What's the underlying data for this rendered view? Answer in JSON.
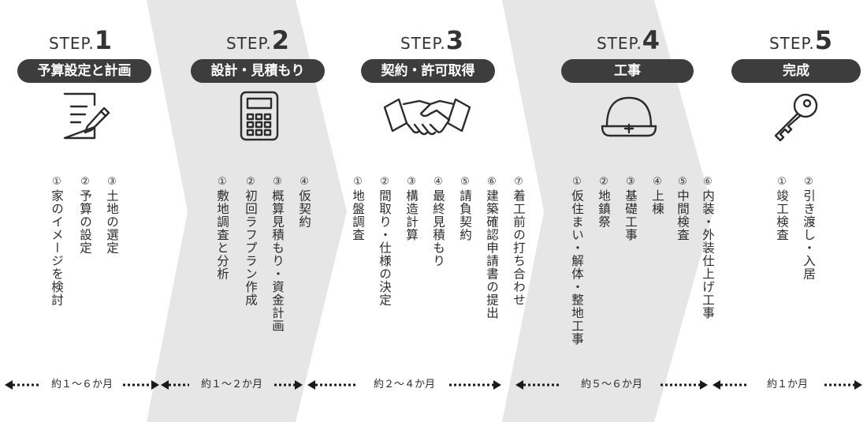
{
  "steps": [
    {
      "step_word": "STEP.",
      "step_number": "1",
      "title": "予算設定と計画",
      "icon": "document-pen-icon",
      "items": [
        {
          "num": "①",
          "text": "家のイメージを検討"
        },
        {
          "num": "②",
          "text": "予算の設定"
        },
        {
          "num": "③",
          "text": "土地の選定"
        }
      ],
      "duration": "約１～６か月"
    },
    {
      "step_word": "STEP.",
      "step_number": "2",
      "title": "設計・見積もり",
      "icon": "calculator-icon",
      "items": [
        {
          "num": "①",
          "text": "敷地調査と分析"
        },
        {
          "num": "②",
          "text": "初回ラフプラン作成"
        },
        {
          "num": "③",
          "text": "概算見積もり・資金計画"
        },
        {
          "num": "④",
          "text": "仮契約"
        }
      ],
      "duration": "約１～２か月"
    },
    {
      "step_word": "STEP.",
      "step_number": "3",
      "title": "契約・許可取得",
      "icon": "handshake-icon",
      "items": [
        {
          "num": "①",
          "text": "地盤調査"
        },
        {
          "num": "②",
          "text": "間取り・仕様の決定"
        },
        {
          "num": "③",
          "text": "構造計算"
        },
        {
          "num": "④",
          "text": "最終見積もり"
        },
        {
          "num": "⑤",
          "text": "請負契約"
        },
        {
          "num": "⑥",
          "text": "建築確認申請書の提出"
        },
        {
          "num": "⑦",
          "text": "着工前の打ち合わせ"
        }
      ],
      "duration": "約２～４か月"
    },
    {
      "step_word": "STEP.",
      "step_number": "4",
      "title": "工事",
      "icon": "hard-hat-icon",
      "items": [
        {
          "num": "①",
          "text": "仮住まい・解体・整地工事"
        },
        {
          "num": "②",
          "text": "地鎮祭"
        },
        {
          "num": "③",
          "text": "基礎工事"
        },
        {
          "num": "④",
          "text": "上棟"
        },
        {
          "num": "⑤",
          "text": "中間検査"
        },
        {
          "num": "⑥",
          "text": "内装・外装仕上げ工事"
        }
      ],
      "duration": "約５～６か月"
    },
    {
      "step_word": "STEP.",
      "step_number": "5",
      "title": "完成",
      "icon": "key-icon",
      "items": [
        {
          "num": "①",
          "text": "竣工検査"
        },
        {
          "num": "②",
          "text": "引き渡し・入居"
        }
      ],
      "duration": "約１か月"
    }
  ],
  "colors": {
    "band_gray": "#e6e6e6",
    "pill_dark": "#3d3d3d",
    "text_dark": "#2b2b2b",
    "arrow": "#1a1a1a"
  }
}
